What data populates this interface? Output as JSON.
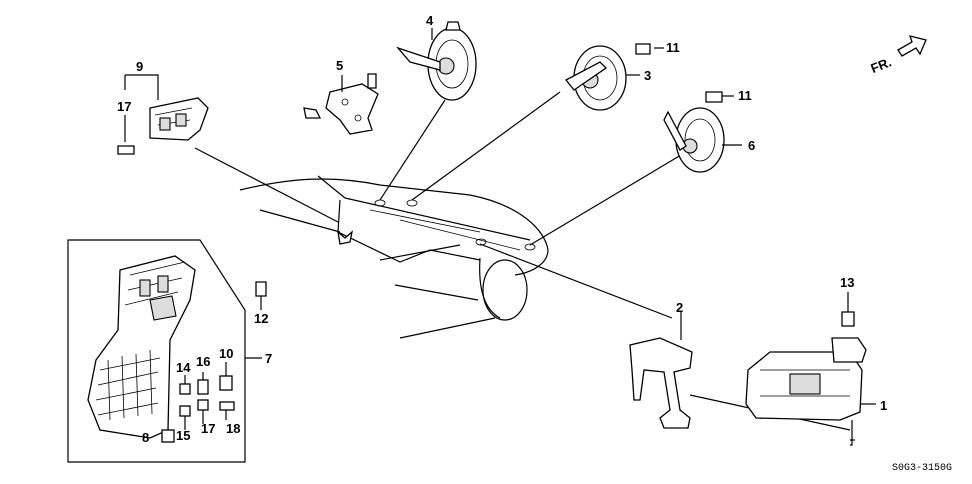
{
  "callouts": {
    "c1": "1",
    "c2": "2",
    "c3": "3",
    "c4": "4",
    "c5": "5",
    "c6": "6",
    "c7": "7",
    "c8": "8",
    "c9": "9",
    "c10": "10",
    "c11a": "11",
    "c11b": "11",
    "c12": "12",
    "c13": "13",
    "c14": "14",
    "c15": "15",
    "c16": "16",
    "c17a": "17",
    "c17b": "17",
    "c18": "18"
  },
  "direction_label": "FR.",
  "diagram_code": "S0G3-3150G"
}
